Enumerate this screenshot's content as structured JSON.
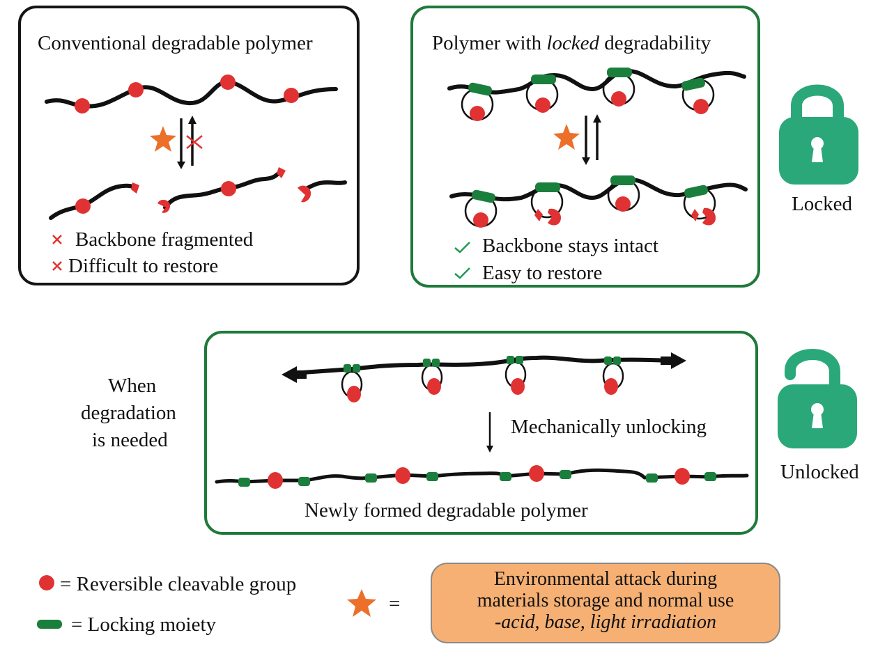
{
  "colors": {
    "cleavable_group": "#e03232",
    "locking_moiety": "#1a7f3c",
    "stimulus_star": "#ec6f2a",
    "lock_icon": "#2aa87a",
    "locked_panel_border": "#1f7a3a",
    "conventional_panel_border": "#151515",
    "env_box_fill": "#f6b073",
    "cross_mark": "#e03232",
    "check_mark": "#1f9a55"
  },
  "panels": {
    "conventional": {
      "title": "Conventional degradable polymer",
      "outcomes": [
        {
          "icon": "cross-icon",
          "text": "Backbone fragmented"
        },
        {
          "icon": "cross-icon",
          "text": "Difficult to restore"
        }
      ]
    },
    "locked": {
      "title_prefix": "Polymer with ",
      "title_emphasis": "locked",
      "title_suffix": " degradability",
      "outcomes": [
        {
          "icon": "check-icon",
          "text": "Backbone stays intact"
        },
        {
          "icon": "check-icon",
          "text": "Easy to restore"
        }
      ]
    },
    "unlocking": {
      "side_label_lines": [
        "When",
        "degradation",
        "is needed"
      ],
      "step_label": "Mechanically unlocking",
      "result_label": "Newly formed degradable polymer"
    }
  },
  "lock_states": {
    "locked": {
      "icon": "locked-padlock-icon",
      "label": "Locked"
    },
    "unlocked": {
      "icon": "unlocked-padlock-icon",
      "label": "Unlocked"
    }
  },
  "legend": {
    "items": [
      {
        "icon": "red-circle-icon",
        "text": "= Reversible cleavable group"
      },
      {
        "icon": "green-bar-icon",
        "text": "= Locking moiety"
      }
    ],
    "star_equals": "=",
    "env_box_lines": [
      "Environmental attack during",
      "materials storage and normal use"
    ],
    "env_box_italic_prefix": "-",
    "env_box_italic": "acid, base, light irradiation"
  }
}
